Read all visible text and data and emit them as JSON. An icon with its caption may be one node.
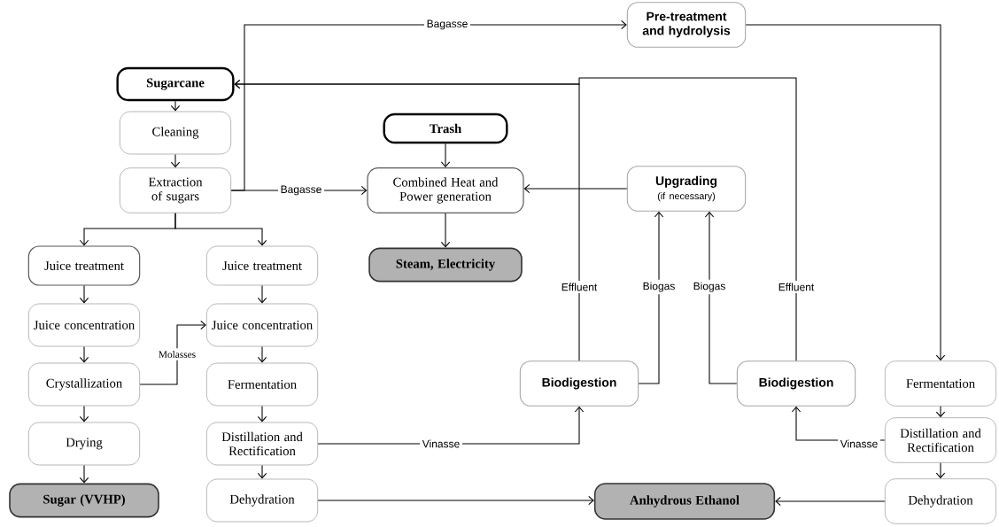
{
  "diagram": {
    "nodes": [
      {
        "text": [
          "Sugarcane"
        ]
      },
      {
        "text": [
          "Pre-treatment and hydrolysis"
        ]
      },
      {
        "text": [
          "Cleaning"
        ]
      },
      {
        "text": [
          "Extraction of sugars"
        ]
      },
      {
        "text": [
          "Trash"
        ]
      },
      {
        "text": [
          "Combined Heat and Power generation"
        ]
      },
      {
        "text": [
          "Upgrading",
          "(if necessary)"
        ]
      },
      {
        "text": [
          "Juice treatment"
        ]
      },
      {
        "text": [
          "Juice treatment"
        ]
      },
      {
        "text": [
          "Steam, Electricity"
        ]
      },
      {
        "text": [
          "Juice concentration"
        ]
      },
      {
        "text": [
          "Juice concentration"
        ]
      },
      {
        "text": [
          "Crystallization"
        ]
      },
      {
        "text": [
          "Fermentation"
        ]
      },
      {
        "text": [
          "Biodigestion"
        ]
      },
      {
        "text": [
          "Biodigestion"
        ]
      },
      {
        "text": [
          "Fermentation"
        ]
      },
      {
        "text": [
          "Drying"
        ]
      },
      {
        "text": [
          "Distillation and Rectification"
        ]
      },
      {
        "text": [
          "Distillation and Rectification"
        ]
      },
      {
        "text": [
          "Sugar (VVHP)"
        ]
      },
      {
        "text": [
          "Dehydration"
        ]
      },
      {
        "text": [
          "Anhydrous Ethanol"
        ]
      },
      {
        "text": [
          "Dehydration"
        ]
      }
    ],
    "edges": [
      {
        "from": 0,
        "to": 2,
        "arrow": "to"
      },
      {
        "from": 2,
        "to": 3,
        "arrow": "to"
      },
      {
        "from": 3,
        "to": 1,
        "arrow": "to",
        "label": "Bagasse"
      },
      {
        "from": 3,
        "to": 5,
        "arrow": "to",
        "label": "Bagasse"
      },
      {
        "from": 3,
        "to": 7,
        "arrow": "to"
      },
      {
        "from": 3,
        "to": 8,
        "arrow": "to"
      },
      {
        "from": 4,
        "to": 5,
        "arrow": "to"
      },
      {
        "from": 5,
        "to": 9,
        "arrow": "to"
      },
      {
        "from": 6,
        "to": 5,
        "arrow": "to"
      },
      {
        "from": 7,
        "to": 10,
        "arrow": "to"
      },
      {
        "from": 10,
        "to": 12,
        "arrow": "to"
      },
      {
        "from": 12,
        "to": 11,
        "arrow": "to",
        "label": "Molasses"
      },
      {
        "from": 12,
        "to": 17,
        "arrow": "to"
      },
      {
        "from": 17,
        "to": 20,
        "arrow": "to"
      },
      {
        "from": 8,
        "to": 11,
        "arrow": "to"
      },
      {
        "from": 11,
        "to": 13,
        "arrow": "to"
      },
      {
        "from": 13,
        "to": 18,
        "arrow": "to"
      },
      {
        "from": 18,
        "to": 21,
        "arrow": "to"
      },
      {
        "from": 18,
        "to": 14,
        "arrow": "to",
        "label": "Vinasse"
      },
      {
        "from": 21,
        "to": 22,
        "arrow": "to"
      },
      {
        "from": 14,
        "to": 6,
        "arrow": "to",
        "label": "Biogas"
      },
      {
        "from": 15,
        "to": 6,
        "arrow": "to",
        "label": "Biogas"
      },
      {
        "from": 14,
        "to": 0,
        "arrow": "to",
        "label": "Effluent"
      },
      {
        "from": 15,
        "to": 0,
        "arrow": "to",
        "label": "Effluent"
      },
      {
        "from": 1,
        "to": 16,
        "arrow": "to"
      },
      {
        "from": 16,
        "to": 19,
        "arrow": "to"
      },
      {
        "from": 19,
        "to": 23,
        "arrow": "to"
      },
      {
        "from": 19,
        "to": 15,
        "arrow": "to",
        "label": "Vinasse"
      },
      {
        "from": 23,
        "to": 22,
        "arrow": "to"
      }
    ]
  }
}
